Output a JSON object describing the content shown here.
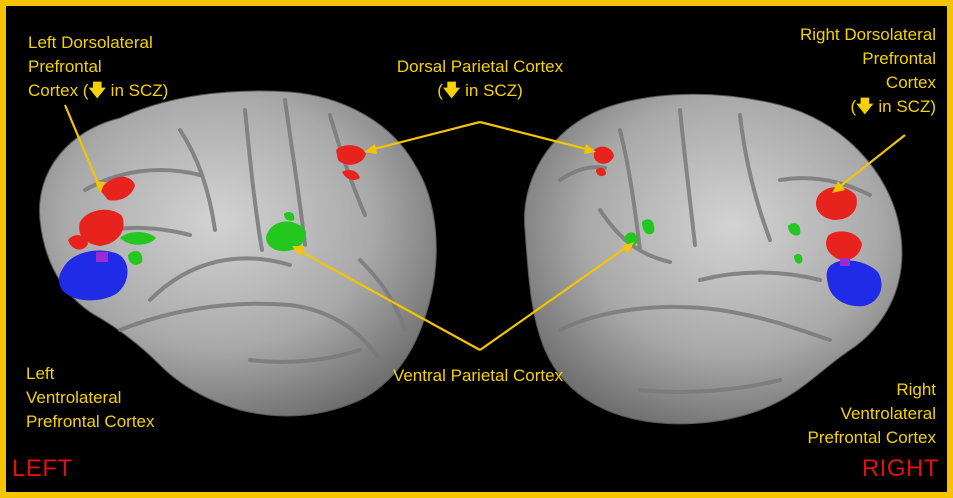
{
  "labels": {
    "left_dlpfc": {
      "line1": "Left Dorsolateral",
      "line2": "Prefrontal",
      "line3_pre": "Cortex (",
      "arrow": "🡇",
      "line3_post": " in SCZ)"
    },
    "dorsal_parietal": {
      "line1": "Dorsal  Parietal Cortex",
      "line2_pre": "(",
      "arrow": "🡇",
      "line2_post": " in SCZ)"
    },
    "right_dlpfc": {
      "line1": "Right Dorsolateral",
      "line2": "Prefrontal",
      "line3": "Cortex",
      "line4_pre": "(",
      "arrow": "🡇",
      "line4_post": " in SCZ)"
    },
    "left_vlpfc": {
      "line1": "Left",
      "line2": "Ventrolateral",
      "line3": "Prefrontal Cortex"
    },
    "ventral_parietal": {
      "line1": "Ventral Parietal Cortex"
    },
    "right_vlpfc": {
      "line1": "Right",
      "line2": "Ventrolateral",
      "line3": "Prefrontal Cortex"
    },
    "side_left": "LEFT",
    "side_right": "RIGHT"
  },
  "colors": {
    "frame": "#f5c400",
    "label_text": "#f5d200",
    "side_text": "#e0120f",
    "activation_red": "#e8231d",
    "activation_green": "#22c81e",
    "activation_blue": "#1f2be6",
    "cortex": "#a9a9a9"
  }
}
